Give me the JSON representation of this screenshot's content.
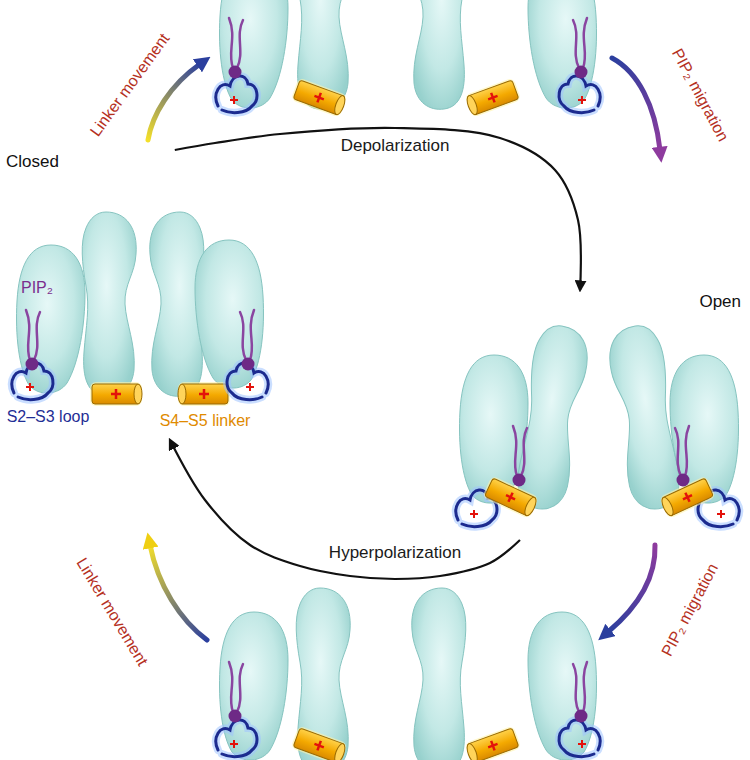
{
  "diagram": {
    "nodes": [
      {
        "text": [
          "Closed"
        ]
      },
      {
        "text": [
          "Open"
        ]
      }
    ],
    "edges": [
      {
        "from": 0,
        "to": 1,
        "arrow": "to",
        "label": "Depolarization"
      },
      {
        "from": 1,
        "to": 0,
        "arrow": "to",
        "label": "Hyperpolarization"
      }
    ],
    "labels": [
      "Linker movement",
      "PIP₂ migration",
      "PIP₂",
      "S2–S3 loop",
      "S4–S5 linker",
      "PIP₂ migration",
      "Linker movement"
    ]
  }
}
